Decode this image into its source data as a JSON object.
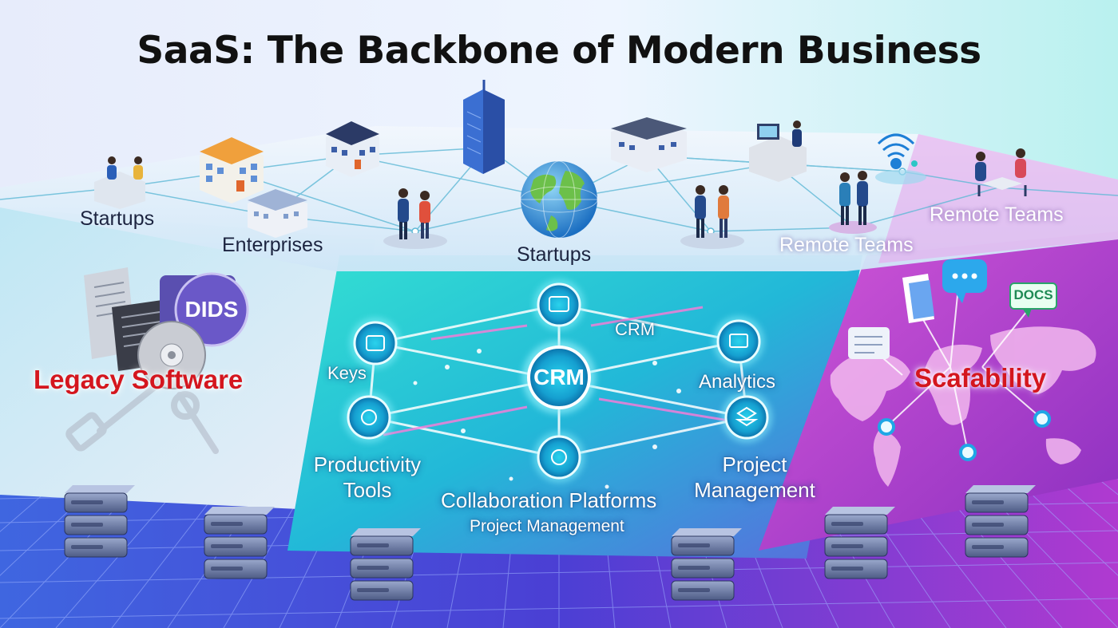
{
  "title": "SaaS: The Backbone of Modern Business",
  "top_labels": {
    "startups_left": "Startups",
    "enterprises": "Enterprises",
    "startups_center": "Startups",
    "remote_teams_center": "Remote Teams",
    "remote_teams_right": "Remote Teams"
  },
  "legacy": {
    "label": "Legacy Software",
    "disk_badge": "DIDS"
  },
  "hub": {
    "center": "CRM",
    "crm_top": "CRM",
    "keys": "Keys",
    "analytics": "Analytics",
    "productivity_line1": "Productivity",
    "productivity_line2": "Tools",
    "project_line1": "Project",
    "project_line2": "Management",
    "collaboration": "Collaboration Platforms",
    "project_sub": "Project Management"
  },
  "scalability": {
    "label": "Scafability",
    "docs_badge": "DOCS"
  },
  "colors": {
    "title": "#111111",
    "accent_red": "#d4161e",
    "teal": "#2cd6d6",
    "magenta": "#c02ec8",
    "grid_blue": "#3b4fd8"
  },
  "icons": [
    "person-icon",
    "building-icon",
    "skyscraper-icon",
    "globe-icon",
    "wifi-icon",
    "document-icon",
    "disk-icon",
    "chat-bubble-icon",
    "world-map-icon",
    "server-icon"
  ]
}
